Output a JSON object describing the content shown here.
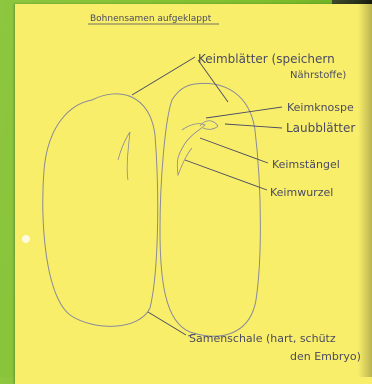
{
  "title": "Bohnensamen aufgeklappt",
  "labels": {
    "keimblaetter_line1": "Keimblätter (speichern",
    "keimblaetter_line2": "Nährstoffe)",
    "keimknospe": "Keimknospe",
    "laubblaetter": "Laubblätter",
    "keimstaengel": "Keimstängel",
    "keimwurzel": "Keimwurzel",
    "samenschale_line1": "Samenschale (hart, schütz",
    "samenschale_line2": "den Embryo)"
  },
  "colors": {
    "paper": "#f8ee6a",
    "ink": "#4a4a62",
    "background": "#8dc63f"
  }
}
